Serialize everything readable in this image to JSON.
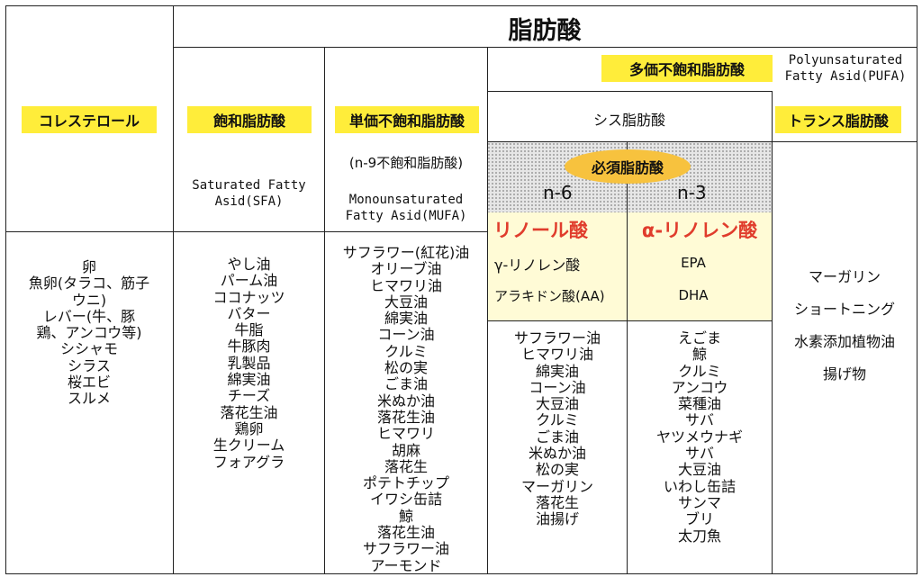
{
  "title": "脂肪酸",
  "cholesterol": {
    "label": "コレステロール",
    "foods": [
      "卵",
      "魚卵(タラコ、筋子",
      "ウニ)",
      "レバー(牛、豚",
      "鶏、アンコウ等)",
      "シシャモ",
      "シラス",
      "桜エビ",
      "スルメ"
    ]
  },
  "sfa": {
    "label": "飽和脂肪酸",
    "english": [
      "Saturated Fatty",
      "Asid(SFA)"
    ],
    "foods": [
      "やし油",
      "パーム油",
      "ココナッツ",
      "バター",
      "牛脂",
      "牛豚肉",
      "乳製品",
      "綿実油",
      "チーズ",
      "落花生油",
      "鶏卵",
      "生クリーム",
      "フォアグラ"
    ]
  },
  "mufa": {
    "label": "単価不飽和脂肪酸",
    "sub": "(n-9不飽和脂肪酸)",
    "english": [
      "Monounsaturated",
      "Fatty Asid(MUFA)"
    ],
    "foods": [
      "サフラワー(紅花)油",
      "オリーブ油",
      "ヒマワリ油",
      "大豆油",
      "綿実油",
      "コーン油",
      "クルミ",
      "松の実",
      "ごま油",
      "米ぬか油",
      "落花生油",
      "ヒマワリ",
      "胡麻",
      "落花生",
      "ポテトチップ",
      "イワシ缶詰",
      "鯨",
      "落花生油",
      "サフラワー油",
      "アーモンド"
    ]
  },
  "pufa": {
    "label": "多価不飽和脂肪酸",
    "english": [
      "Polyunsaturated",
      "Fatty Asid(PUFA)"
    ],
    "cis_label": "シス脂肪酸",
    "essential_label": "必須脂肪酸",
    "n6": {
      "label": "n-6",
      "main": "リノール酸",
      "sub1": "γ-リノレン酸",
      "sub2": "アラキドン酸(AA)",
      "foods": [
        "サフラワー油",
        "ヒマワリ油",
        "綿実油",
        "コーン油",
        "大豆油",
        "クルミ",
        "ごま油",
        "米ぬか油",
        "松の実",
        "マーガリン",
        "落花生",
        "油揚げ"
      ]
    },
    "n3": {
      "label": "n-3",
      "main": "α-リノレン酸",
      "sub1": "EPA",
      "sub2": "DHA",
      "foods": [
        "えごま",
        "鯨",
        "クルミ",
        "アンコウ",
        "菜種油",
        "サバ",
        "ヤツメウナギ",
        "サバ",
        "大豆油",
        "いわし缶詰",
        "サンマ",
        "ブリ",
        "太刀魚"
      ]
    },
    "trans": {
      "label": "トランス脂肪酸",
      "foods": [
        "マーガリン",
        "ショートニング",
        "水素添加植物油",
        "揚げ物"
      ]
    }
  },
  "colors": {
    "highlight": "#ffed3a",
    "essential": "#f7c23e",
    "red_text": "#e03c2c",
    "cream": "#fffbd6"
  }
}
